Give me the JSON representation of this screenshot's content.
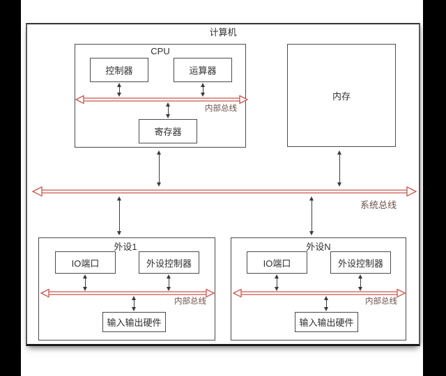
{
  "diagram": {
    "title": "计算机",
    "cpu": {
      "title": "CPU",
      "controller": "控制器",
      "alu": "运算器",
      "register": "寄存器",
      "bus_label": "内部总线"
    },
    "memory": {
      "label": "内存"
    },
    "system_bus_label": "系统总线",
    "peripheral_1": {
      "title": "外设1",
      "io_port": "IO端口",
      "controller": "外设控制器",
      "bus_label": "内部总线",
      "hardware": "输入输出硬件"
    },
    "peripheral_n": {
      "title": "外设N",
      "io_port": "IO端口",
      "controller": "外设控制器",
      "bus_label": "内部总线",
      "hardware": "输入输出硬件"
    },
    "colors": {
      "bus_red": "#c9544c",
      "bus_label_text": "#6b5048",
      "arrow_line": "#3a3a3a",
      "text": "#2f2f2f"
    }
  }
}
